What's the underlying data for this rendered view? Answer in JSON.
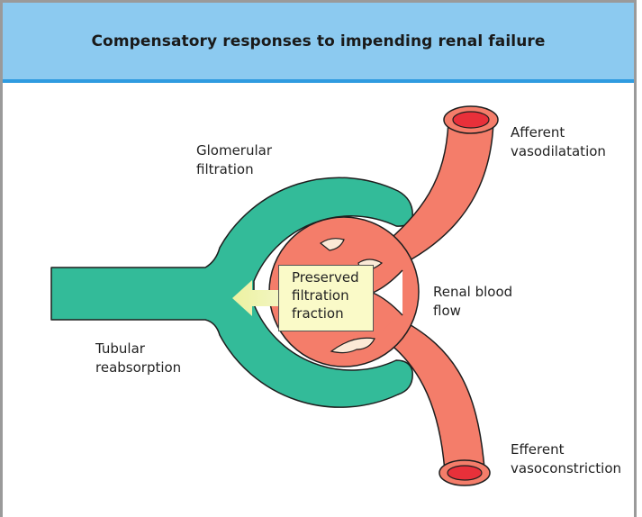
{
  "title": "Compensatory responses to impending renal failure",
  "labels": {
    "glomerular": "Glomerular\nfiltration",
    "afferent": "Afferent\nvasodilatation",
    "renal_flow": "Renal blood\nflow",
    "tubular": "Tubular\nreabsorption",
    "efferent": "Efferent\nvasoconstriction",
    "preserved": "Preserved\nfiltration\nfraction"
  },
  "colors": {
    "header_bg": "#8ccaf0",
    "header_rule": "#2f9be0",
    "capsule": "#33bb99",
    "vessel": "#f47d6a",
    "vessel_lumen": "#e8303a",
    "arrow": "#e6eea0",
    "note_bg": "#fafac8"
  }
}
